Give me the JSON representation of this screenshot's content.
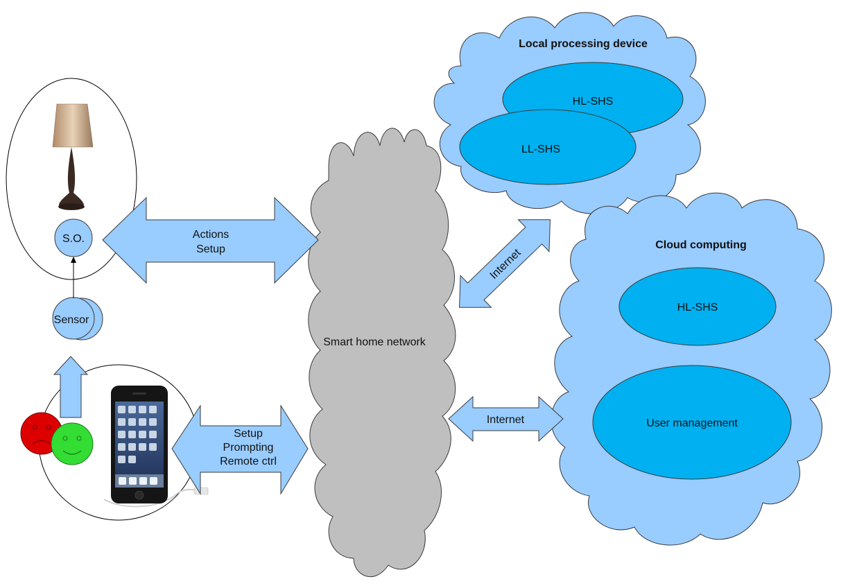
{
  "colors": {
    "light_blue": "#99ccff",
    "dark_blue": "#00b0f0",
    "gray_cloud": "#bfbfbf",
    "outline": "#3a3a3a",
    "face_red": "#dd0000",
    "face_green": "#33dd33"
  },
  "labels": {
    "so": "S.O.",
    "sensor": "Sensor",
    "actions": "Actions",
    "setup": "Setup",
    "setup2": "Setup",
    "prompting": "Prompting",
    "remote_ctrl": "Remote ctrl",
    "smart_home_network": "Smart home network",
    "internet_upper": "Internet",
    "internet_lower": "Internet",
    "local_processing_device": "Local processing device",
    "hl_shs_local": "HL-SHS",
    "ll_shs_local": "LL-SHS",
    "cloud_computing": "Cloud computing",
    "hl_shs_cloud": "HL-SHS",
    "user_management": "User management"
  },
  "icons": {
    "lamp": "lamp-icon",
    "smartphone": "smartphone-icon",
    "sad_face": "sad-face-icon",
    "happy_face": "happy-face-icon"
  }
}
